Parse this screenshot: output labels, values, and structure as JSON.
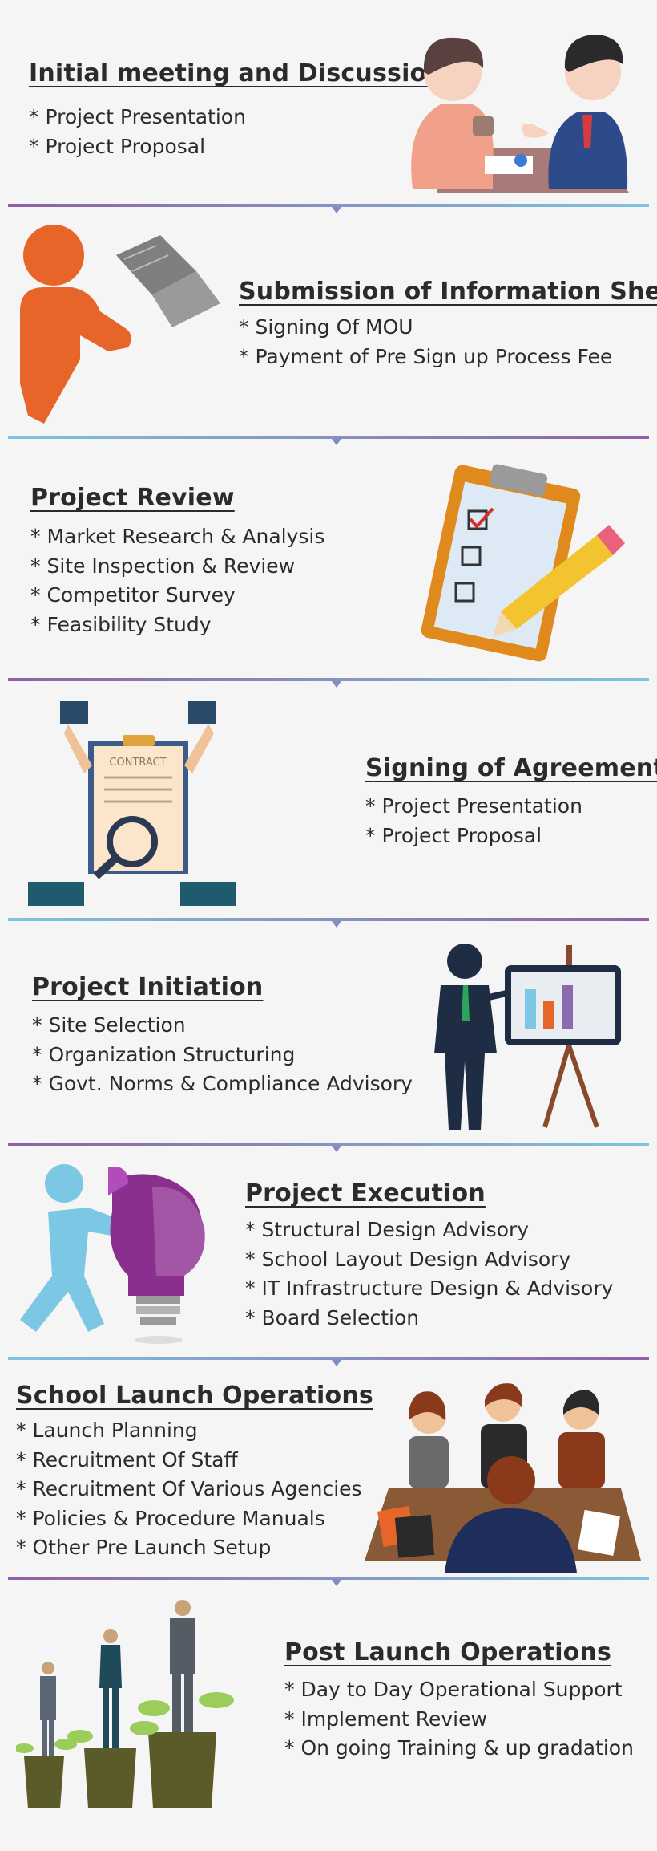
{
  "colors": {
    "divider_gradient": [
      "#8f5fa8",
      "#7ec4e0"
    ],
    "accent_orange": "#e8652a",
    "accent_purple": "#8b2f8e",
    "accent_blue": "#7cc8e4"
  },
  "sections": [
    {
      "title": "Initial meeting and Discussion",
      "items": [
        "Project Presentation",
        "Project Proposal"
      ],
      "icon": "meeting-icon"
    },
    {
      "title": "Submission of Information Sheet",
      "items": [
        "Signing Of MOU",
        "Payment of Pre Sign up Process Fee"
      ],
      "icon": "reading-person-icon"
    },
    {
      "title": "Project Review",
      "items": [
        "Market Research & Analysis",
        "Site Inspection & Review",
        "Competitor Survey",
        "Feasibility Study"
      ],
      "icon": "checklist-clipboard-icon"
    },
    {
      "title": "Signing of Agreement",
      "items": [
        "Project Presentation",
        "Project Proposal"
      ],
      "icon": "contract-review-icon",
      "contract_label": "CONTRACT"
    },
    {
      "title": "Project Initiation",
      "items": [
        "Site Selection",
        "Organization Structuring",
        "Govt. Norms & Compliance Advisory"
      ],
      "icon": "presentation-board-icon"
    },
    {
      "title": "Project Execution",
      "items": [
        "Structural Design Advisory",
        "School Layout Design Advisory",
        "IT Infrastructure Design & Advisory",
        "Board Selection"
      ],
      "icon": "puzzle-bulb-icon"
    },
    {
      "title": "School Launch Operations",
      "items": [
        "Launch Planning",
        "Recruitment Of Staff",
        "Recruitment Of Various Agencies",
        "Policies & Procedure Manuals",
        "Other Pre Launch Setup"
      ],
      "icon": "team-meeting-icon"
    },
    {
      "title": "Post Launch Operations",
      "items": [
        "Day to Day Operational Support",
        "Implement Review",
        "On going Training & up gradation"
      ],
      "icon": "growth-plants-icon"
    }
  ]
}
